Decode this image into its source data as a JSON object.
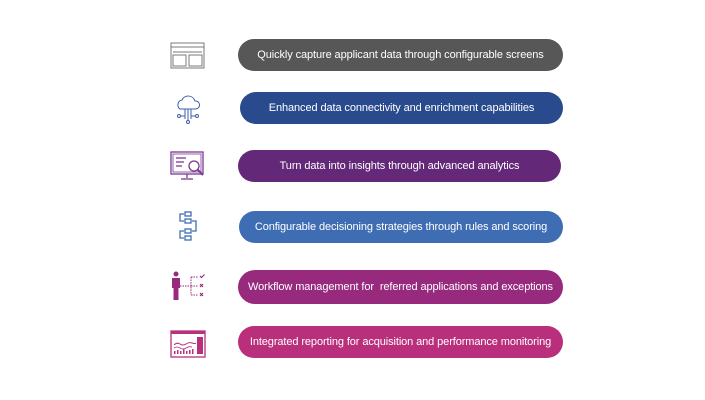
{
  "items": [
    {
      "label": "Quickly capture applicant data through configurable screens",
      "icon": "screen-layout-icon",
      "color": "#575757"
    },
    {
      "label": "Enhanced data connectivity and enrichment capabilities",
      "icon": "cloud-network-icon",
      "color": "#2a4a8e"
    },
    {
      "label": "Turn data into insights through advanced analytics",
      "icon": "monitor-magnifier-icon",
      "color": "#642878"
    },
    {
      "label": "Configurable decisioning strategies through rules and scoring",
      "icon": "flowchart-icon",
      "color": "#3f6db4"
    },
    {
      "label": "Workflow management for  referred applications and exceptions",
      "icon": "person-workflow-icon",
      "color": "#982a7e"
    },
    {
      "label": "Integrated reporting for acquisition and performance monitoring",
      "icon": "report-dashboard-icon",
      "color": "#b92f7b"
    }
  ]
}
